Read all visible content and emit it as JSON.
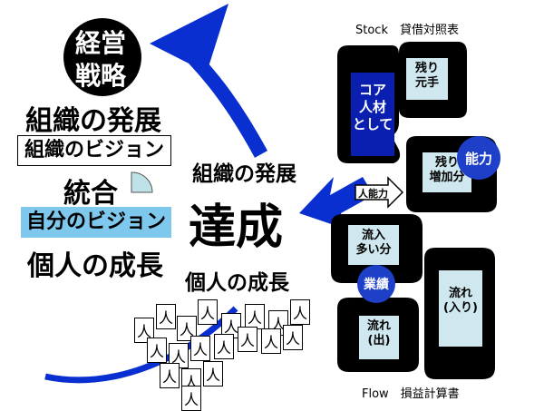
{
  "left": {
    "strategy_line1": "経営",
    "strategy_line2": "戦略",
    "org_development": "組織の発展",
    "org_vision": "組織のビジョン",
    "integration": "統合",
    "personal_vision": "自分のビジョン",
    "personal_growth": "個人の成長",
    "people_glyph": "人"
  },
  "center": {
    "org_development": "組織の発展",
    "achievement": "達成",
    "personal_growth": "個人の成長"
  },
  "right": {
    "stock_label": "Stock　貸借対照表",
    "flow_label": "Flow　損益計算書",
    "core_talent_l1": "コア",
    "core_talent_l2": "人材",
    "core_talent_l3": "として",
    "remaining_base_l1": "残り",
    "remaining_base_l2": "元手",
    "remaining_increase_l1": "残り",
    "remaining_increase_l2": "増加分",
    "ability_badge": "能力",
    "ability_arrow_label": "人能力",
    "inflow_more_l1": "流入",
    "inflow_more_l2": "多い分",
    "performance_badge": "業績",
    "flow_out_l1": "流れ",
    "flow_out_l2": "(出)",
    "flow_in_l1": "流れ",
    "flow_in_l2": "(入り)"
  },
  "colors": {
    "navy": "#0a1fb0",
    "blue": "#1e3fc8",
    "light_blue": "#7ec8ee",
    "pale_box": "#cfe7ee"
  }
}
